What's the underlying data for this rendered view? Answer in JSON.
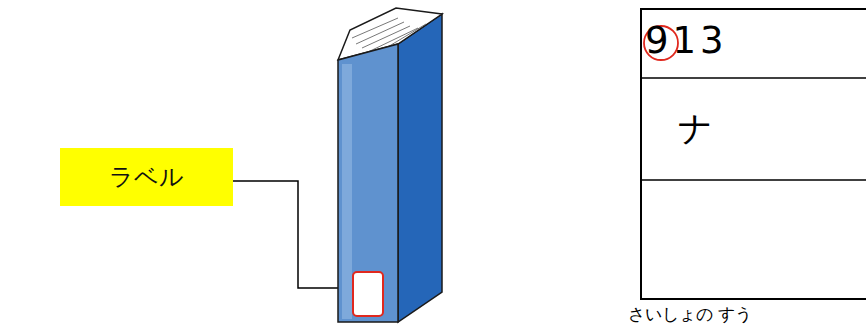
{
  "diagram": {
    "nodes": [
      {
        "text": [
          "ラベル"
        ]
      }
    ],
    "labels": [
      "913",
      "ナ",
      "さいしょの すう"
    ]
  }
}
